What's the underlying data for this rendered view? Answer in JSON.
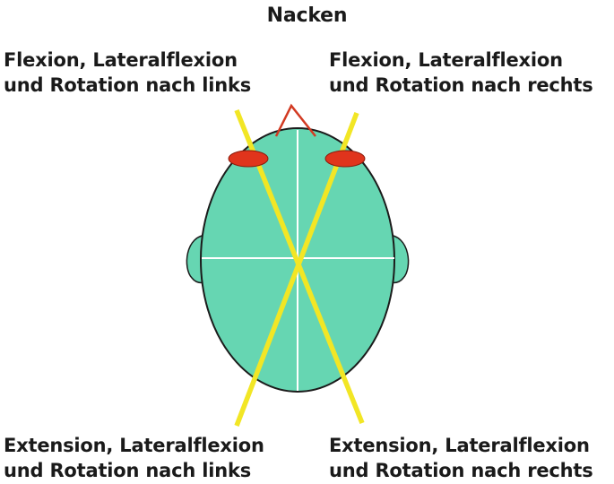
{
  "title": "Nacken",
  "labels": {
    "top_left": {
      "line1": "Flexion, Lateralflexion",
      "line2": "und Rotation nach links"
    },
    "top_right": {
      "line1": "Flexion, Lateralflexion",
      "line2": "und Rotation nach rechts"
    },
    "bottom_left": {
      "line1": "Extension, Lateralflexion",
      "line2": "und Rotation nach links"
    },
    "bottom_right": {
      "line1": "Extension, Lateralflexion",
      "line2": "und Rotation nach rechts"
    }
  },
  "colors": {
    "head_fill": "#66d6b2",
    "outline": "#1b1b1b",
    "axis_lines": "#ffffff",
    "diagonals": "#f2e625",
    "ear_markers": "#e0341c",
    "nose": "#d23a22",
    "text": "#1a1a1a"
  },
  "icons": {
    "head": "head-top-view-icon",
    "nose": "nose-triangle-icon",
    "ears": "ear-marker-icon"
  }
}
